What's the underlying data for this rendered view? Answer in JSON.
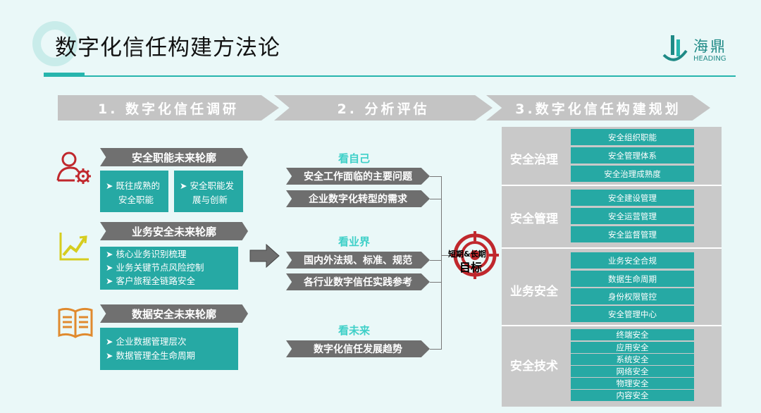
{
  "header": {
    "title": "数字化信任构建方法论",
    "logo_name": "海鼎",
    "logo_sub": "HEADING"
  },
  "steps": [
    "1. 数字化信任调研",
    "2. 分析评估",
    "3.数字化信任构建规划"
  ],
  "left": {
    "groups": [
      {
        "title": "安全职能未来轮廓",
        "icon": "user-gear-icon",
        "boxes": [
          [
            "既往成熟的",
            "安全职能"
          ],
          [
            "安全职能发",
            "展与创新"
          ]
        ]
      },
      {
        "title": "业务安全未来轮廓",
        "icon": "trend-chart-icon",
        "items": [
          "核心业务识别梳理",
          "业务关键节点风险控制",
          "客户旅程全链路安全"
        ]
      },
      {
        "title": "数据安全未来轮廓",
        "icon": "open-book-icon",
        "items": [
          "企业数据管理层次",
          "数据管理全生命周期"
        ]
      }
    ]
  },
  "middle": {
    "sections": [
      {
        "label": "看自己",
        "items": [
          "安全工作面临的主要问题",
          "企业数字化转型的需求"
        ]
      },
      {
        "label": "看业界",
        "items": [
          "国内外法规、标准、规范",
          "各行业数字信任实践参考"
        ]
      },
      {
        "label": "看未来",
        "items": [
          "数字化信任发展趋势"
        ]
      }
    ],
    "target_top": "短期&长期",
    "target_main": "目标"
  },
  "right": {
    "sections": [
      {
        "title": "安全治理",
        "items": [
          "安全组织职能",
          "安全管理体系",
          "安全治理成熟度"
        ]
      },
      {
        "title": "安全管理",
        "items": [
          "安全建设管理",
          "安全运营管理",
          "安全监督管理"
        ]
      },
      {
        "title": "业务安全",
        "items": [
          "业务安全合规",
          "数据生命周期",
          "身份权限管控",
          "安全管理中心"
        ]
      },
      {
        "title": "安全技术",
        "items": [
          "终端安全",
          "应用安全",
          "系统安全",
          "网络安全",
          "物理安全",
          "内容安全"
        ]
      }
    ]
  },
  "colors": {
    "teal": "#26a9a4",
    "gray_dark": "#6e6e6e",
    "red": "#c0282d",
    "yellow": "#d6cd1e",
    "orange": "#e08a2e"
  }
}
